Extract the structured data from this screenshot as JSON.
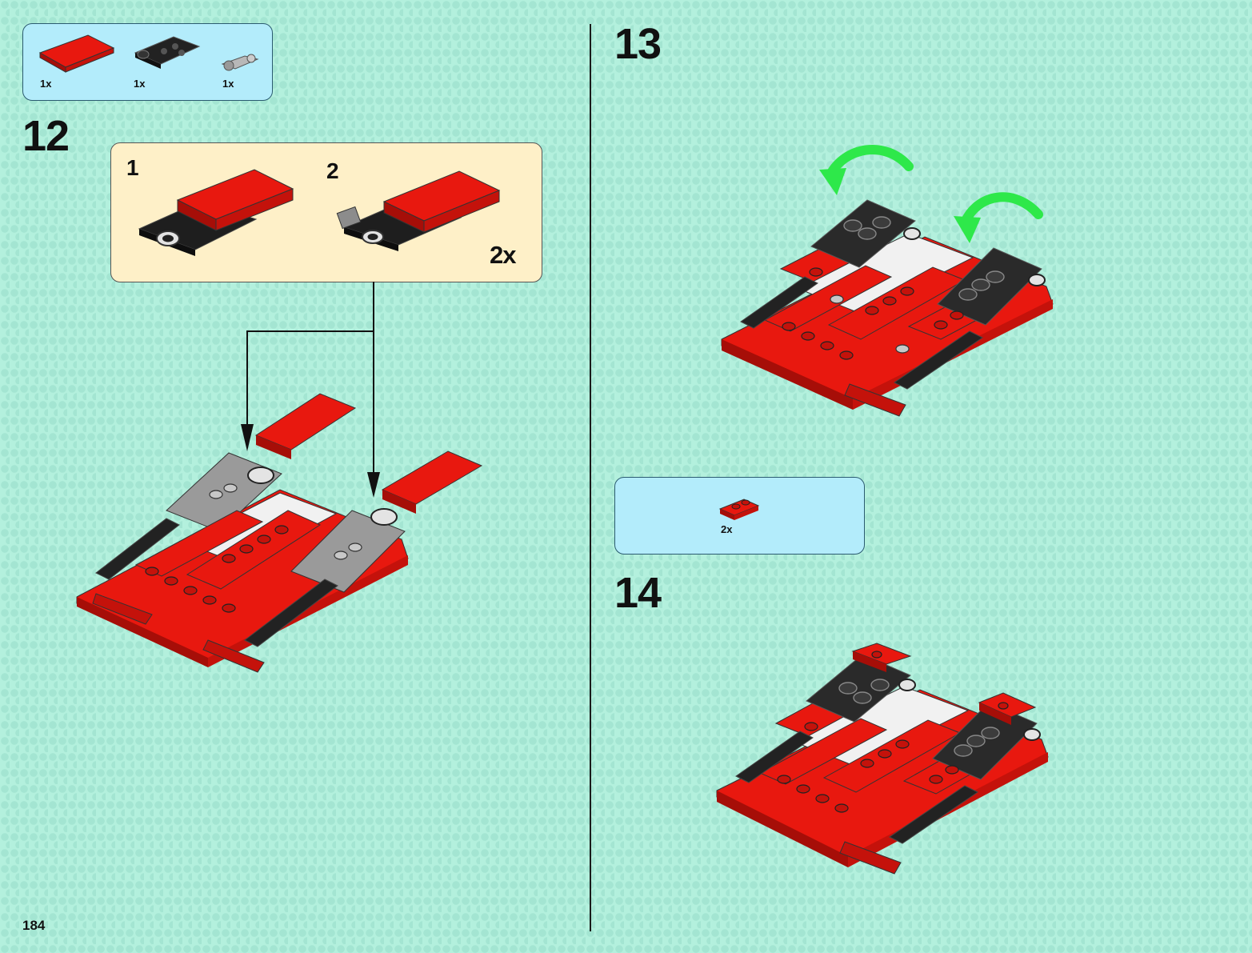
{
  "page_number": "184",
  "step12": {
    "number": "12",
    "parts": [
      {
        "name": "red-tile",
        "qty": "1x"
      },
      {
        "name": "black-hinge-plate",
        "qty": "1x"
      },
      {
        "name": "gray-pin-connector",
        "qty": "1x"
      }
    ],
    "sub_assembly": {
      "sub_steps": [
        "1",
        "2"
      ],
      "multiplier": "2x"
    }
  },
  "step13": {
    "number": "13"
  },
  "step14": {
    "number": "14",
    "parts": [
      {
        "name": "red-plate-1x2",
        "qty": "2x"
      }
    ]
  },
  "colors": {
    "lego_red": "#e8180f",
    "lego_black": "#1c1c1c",
    "lego_gray": "#9a9a9a",
    "arrow_green": "#2ee84a",
    "background": "#b3f0dd"
  }
}
